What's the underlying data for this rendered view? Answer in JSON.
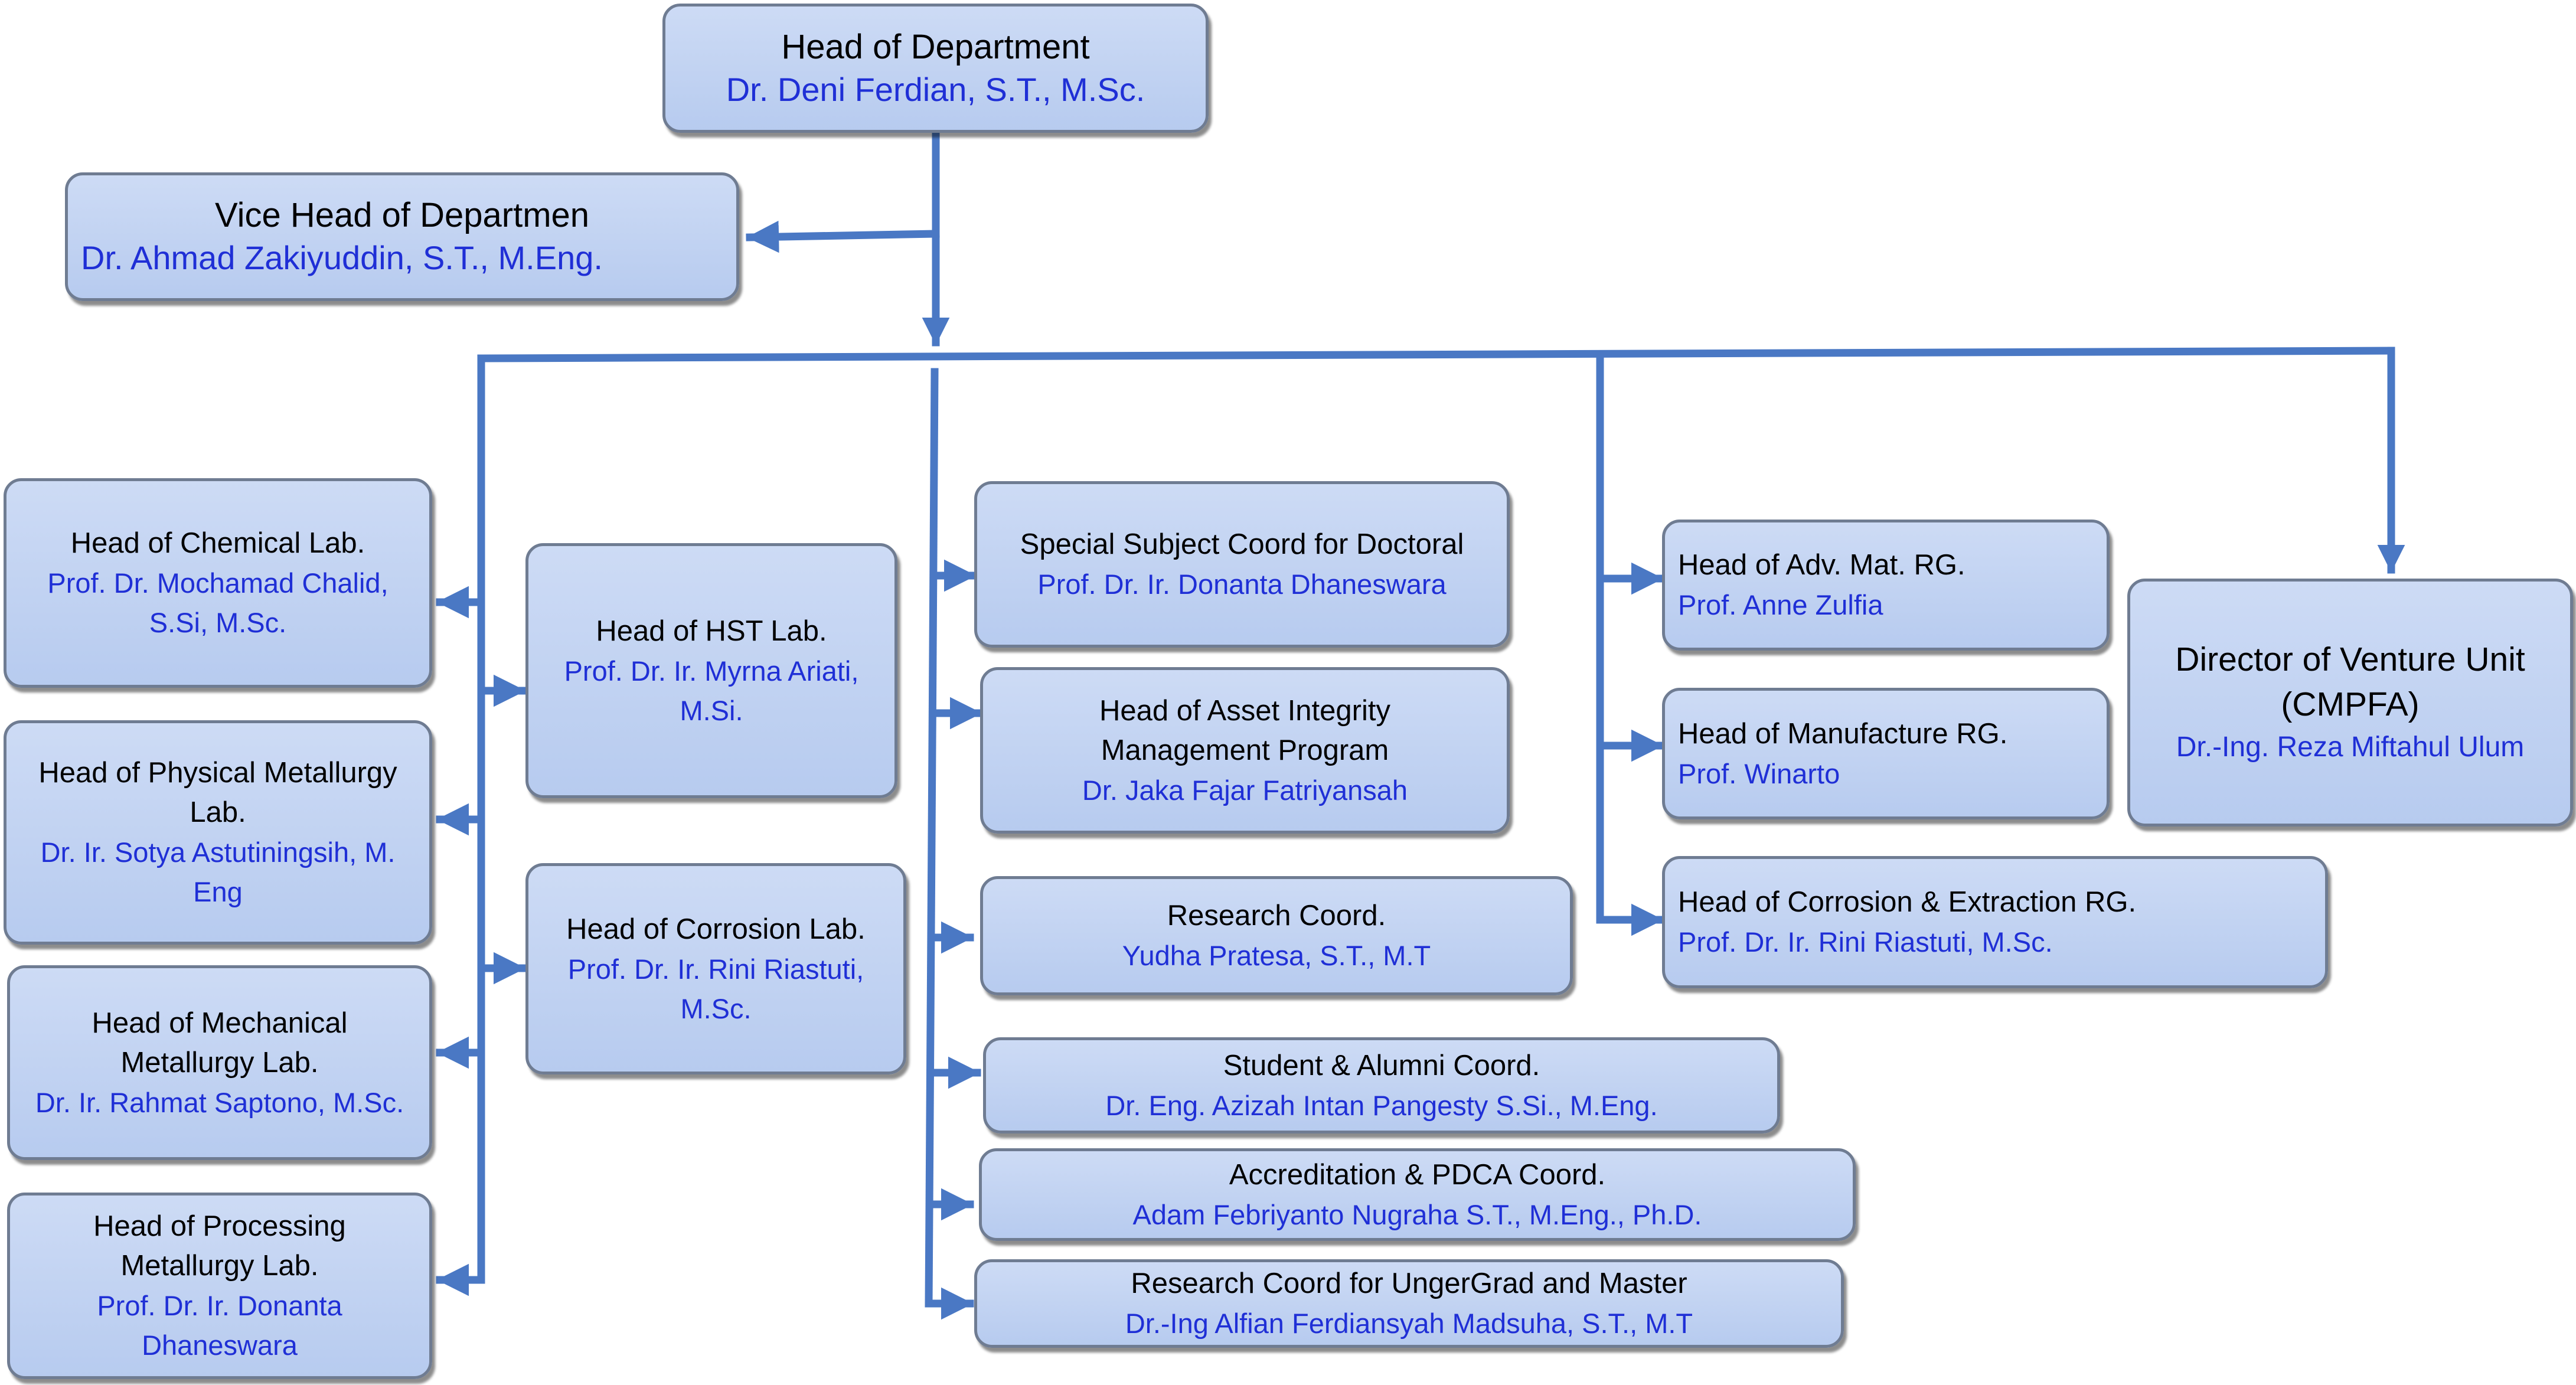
{
  "head": {
    "title": "Head of Department",
    "name": "Dr. Deni Ferdian, S.T., M.Sc."
  },
  "vice": {
    "title": "Vice Head of Departmen",
    "name": "Dr. Ahmad Zakiyuddin, S.T., M.Eng."
  },
  "labs_left": [
    {
      "title": "Head of Chemical Lab.",
      "name": "Prof. Dr. Mochamad Chalid, S.Si, M.Sc."
    },
    {
      "title": "Head of Physical Metallurgy Lab.",
      "name": "Dr. Ir. Sotya Astutiningsih, M. Eng"
    },
    {
      "title": "Head of Mechanical Metallurgy Lab.",
      "name": "Dr. Ir. Rahmat Saptono, M.Sc."
    },
    {
      "title": "Head of Processing Metallurgy Lab.",
      "name": "Prof. Dr. Ir. Donanta Dhaneswara"
    }
  ],
  "labs_mid": [
    {
      "title": "Head of HST Lab.",
      "name": "Prof. Dr. Ir. Myrna Ariati, M.Si."
    },
    {
      "title": "Head of Corrosion Lab.",
      "name": "Prof. Dr. Ir. Rini Riastuti, M.Sc."
    }
  ],
  "coords": [
    {
      "title": "Special Subject Coord for Doctoral",
      "name": "Prof. Dr. Ir. Donanta Dhaneswara"
    },
    {
      "title": "Head of Asset Integrity Management Program",
      "name": "Dr. Jaka Fajar Fatriyansah"
    },
    {
      "title": "Research Coord.",
      "name": "Yudha Pratesa, S.T., M.T"
    },
    {
      "title": "Student & Alumni Coord.",
      "name": "Dr. Eng. Azizah Intan Pangesty S.Si., M.Eng."
    },
    {
      "title": "Accreditation & PDCA Coord.",
      "name": "Adam Febriyanto Nugraha S.T., M.Eng., Ph.D."
    },
    {
      "title": "Research Coord for UngerGrad and Master",
      "name": "Dr.-Ing Alfian Ferdiansyah Madsuha, S.T., M.T"
    }
  ],
  "research_groups": [
    {
      "title": "Head of Adv. Mat. RG.",
      "name": "Prof. Anne Zulfia"
    },
    {
      "title": "Head of Manufacture RG.",
      "name": "Prof. Winarto"
    },
    {
      "title": "Head of Corrosion & Extraction RG.",
      "name": "Prof. Dr. Ir. Rini Riastuti, M.Sc."
    }
  ],
  "venture": {
    "title": "Director of Venture Unit (CMPFA)",
    "name": "Dr.-Ing. Reza Miftahul Ulum"
  },
  "colors": {
    "box_fill": "#bfd0f1",
    "box_border": "#6f7c92",
    "line": "#4a78c4",
    "name_text": "#1f2fd6"
  }
}
